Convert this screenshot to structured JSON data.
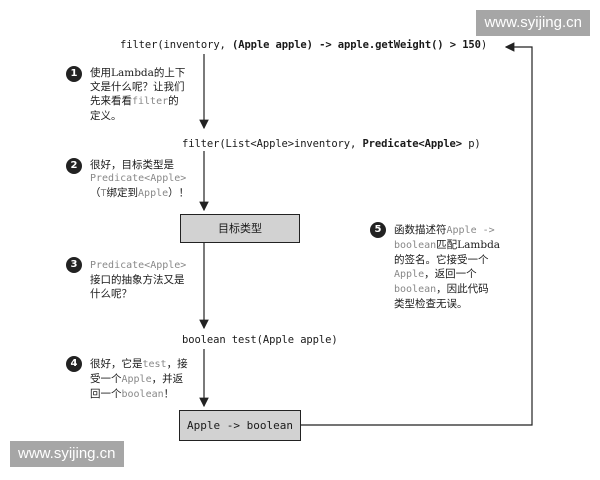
{
  "watermark": {
    "text": "www.syijing.cn"
  },
  "code_lines": {
    "filter_call": {
      "part1": "filter(inventory, ",
      "part2": "(Apple apple) -> apple.getWeight() > 150",
      "part3": ")"
    },
    "filter_def": {
      "part1": "filter(List<Apple>inventory, ",
      "part2": "Predicate<Apple>",
      "part3": " p)"
    },
    "test_method": "boolean test(Apple apple)"
  },
  "boxes": {
    "target_type": "目标类型",
    "signature": "Apple -> boolean"
  },
  "steps": [
    {
      "number": "1",
      "text_a": "使用Lambda的上下",
      "text_b": "文是什么呢？让我们",
      "text_c": "先来看看",
      "code_c": "filter",
      "text_c2": "的",
      "text_d": "定义。"
    },
    {
      "number": "2",
      "text_a": "很好，目标类型是",
      "code_b": "Predicate<Apple>",
      "text_c": "（",
      "code_c": "T",
      "text_c2": "绑定到",
      "code_c2": "Apple",
      "text_c3": "）！"
    },
    {
      "number": "3",
      "code_a": "Predicate<Apple>",
      "text_b": "接口的抽象方法又是",
      "text_c": "什么呢？"
    },
    {
      "number": "4",
      "text_a": "很好，它是",
      "code_a": "test",
      "text_a2": "，接",
      "text_b": "受一个",
      "code_b": "Apple",
      "text_b2": "，并返",
      "text_c": "回一个",
      "code_c": "boolean",
      "text_c2": "！"
    },
    {
      "number": "5",
      "text_a": "函数描述符",
      "code_a": "Apple ->",
      "code_b": "boolean",
      "text_b": "匹配Lambda",
      "text_c": "的签名。它接受一个",
      "code_d": "Apple",
      "text_d": "，返回一个",
      "code_e": "boolean",
      "text_e": "，因此代码",
      "text_f": "类型检查无误。"
    }
  ]
}
